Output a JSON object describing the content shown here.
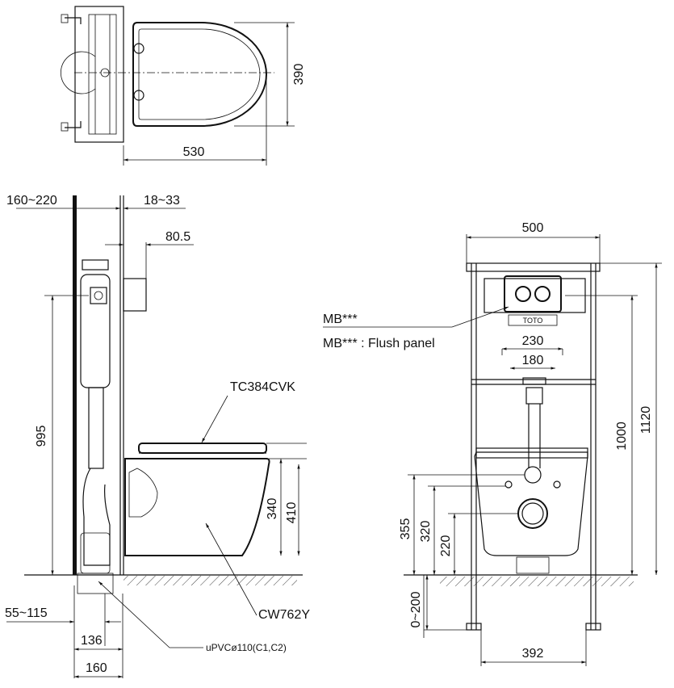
{
  "top_view": {
    "dim_width": "530",
    "dim_depth": "390"
  },
  "side_view": {
    "dim_frame_depth": "160~220",
    "dim_wall": "18~33",
    "dim_offset": "80.5",
    "dim_height": "995",
    "dim_seat_a": "340",
    "dim_seat_b": "410",
    "dim_pipe_offset": "55~115",
    "dim_base_a": "136",
    "dim_base_b": "160",
    "label_seat": "TC384CVK",
    "label_bowl": "CW762Y",
    "label_pipe": "uPVCø110(C1,C2)"
  },
  "front_view": {
    "dim_width": "500",
    "dim_230": "230",
    "dim_180": "180",
    "dim_1000": "1000",
    "dim_1120": "1120",
    "dim_355": "355",
    "dim_320": "320",
    "dim_220": "220",
    "dim_adjust": "0~200",
    "dim_feet": "392",
    "label_mb": "MB***",
    "label_mb_panel": "MB*** : Flush panel",
    "brand_mark": "TOTO"
  }
}
